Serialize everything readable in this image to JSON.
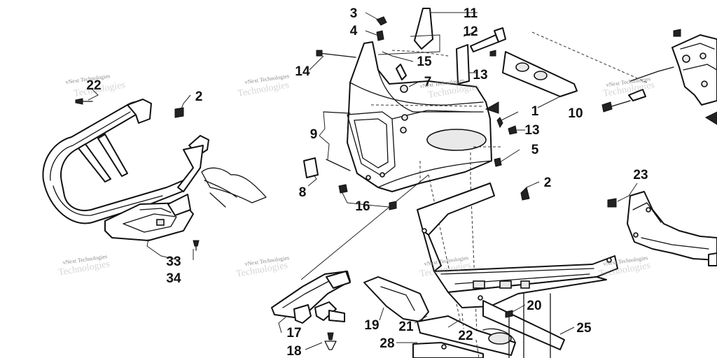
{
  "watermark": {
    "text": "vNext Technologies",
    "text_outline": "Technologies"
  },
  "callouts": {
    "c1": "1",
    "c2a": "2",
    "c2b": "2",
    "c3": "3",
    "c4": "4",
    "c5": "5",
    "c7": "7",
    "c8": "8",
    "c9": "9",
    "c10": "10",
    "c11": "11",
    "c12": "12",
    "c13a": "13",
    "c13b": "13",
    "c14": "14",
    "c15": "15",
    "c16": "16",
    "c17": "17",
    "c18": "18",
    "c19": "19",
    "c20": "20",
    "c21": "21",
    "c22a": "22",
    "c22b": "22",
    "c23": "23",
    "c25": "25",
    "c28": "28",
    "c33": "33",
    "c34": "34"
  },
  "colors": {
    "line": "#111111",
    "background": "#ffffff",
    "watermark": "#8a8a8a"
  }
}
